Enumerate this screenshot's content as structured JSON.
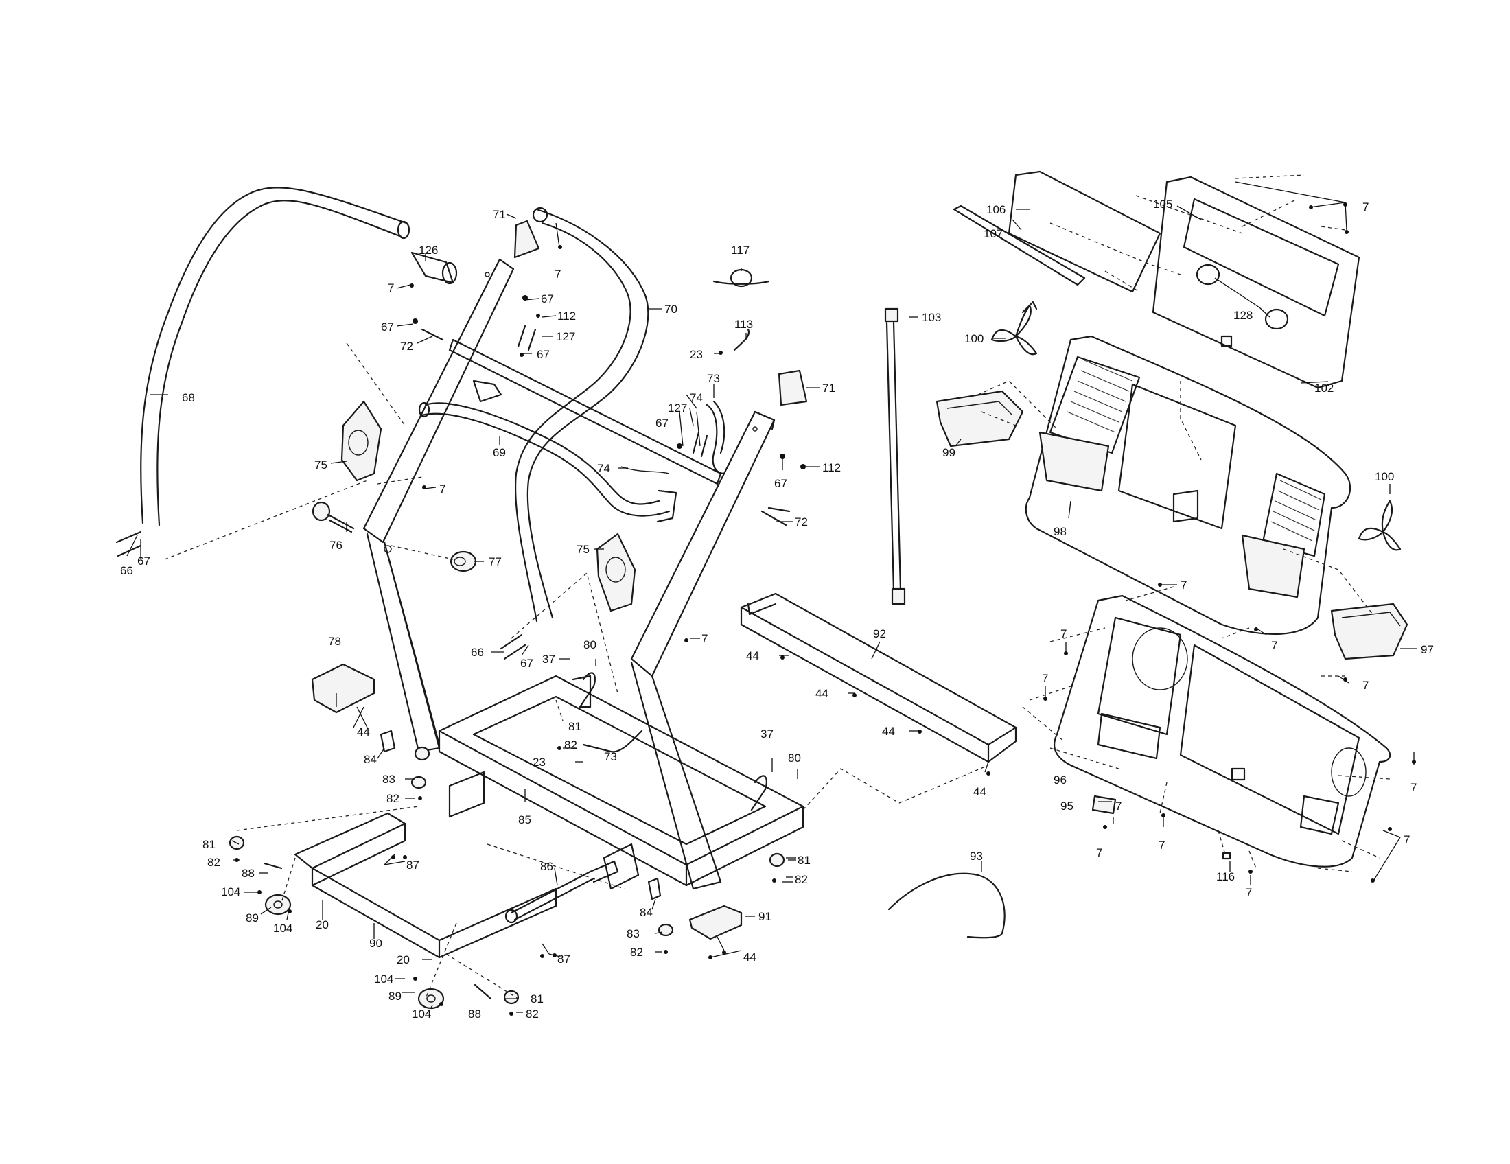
{
  "callouts": [
    {
      "id": "c7a",
      "text": "7"
    },
    {
      "id": "c126",
      "text": "126"
    },
    {
      "id": "c67a",
      "text": "67"
    },
    {
      "id": "c72a",
      "text": "72"
    },
    {
      "id": "c68",
      "text": "68"
    },
    {
      "id": "c66a",
      "text": "66"
    },
    {
      "id": "c67b",
      "text": "67"
    },
    {
      "id": "c75a",
      "text": "75"
    },
    {
      "id": "c7b",
      "text": "7"
    },
    {
      "id": "c76",
      "text": "76"
    },
    {
      "id": "c77",
      "text": "77"
    },
    {
      "id": "c71a",
      "text": "71"
    },
    {
      "id": "c7c",
      "text": "7"
    },
    {
      "id": "c67c",
      "text": "67"
    },
    {
      "id": "c112a",
      "text": "112"
    },
    {
      "id": "c127a",
      "text": "127"
    },
    {
      "id": "c67d",
      "text": "67"
    },
    {
      "id": "c70",
      "text": "70"
    },
    {
      "id": "c69",
      "text": "69"
    },
    {
      "id": "c117",
      "text": "117"
    },
    {
      "id": "c113",
      "text": "113"
    },
    {
      "id": "c23a",
      "text": "23"
    },
    {
      "id": "c73a",
      "text": "73"
    },
    {
      "id": "c74a",
      "text": "74"
    },
    {
      "id": "c127b",
      "text": "127"
    },
    {
      "id": "c67e",
      "text": "67"
    },
    {
      "id": "c74b",
      "text": "74"
    },
    {
      "id": "c71b",
      "text": "71"
    },
    {
      "id": "c67f",
      "text": "67"
    },
    {
      "id": "c112b",
      "text": "112"
    },
    {
      "id": "c72b",
      "text": "72"
    },
    {
      "id": "c75b",
      "text": "75"
    },
    {
      "id": "c66b",
      "text": "66"
    },
    {
      "id": "c67g",
      "text": "67"
    },
    {
      "id": "c37a",
      "text": "37"
    },
    {
      "id": "c80a",
      "text": "80"
    },
    {
      "id": "c7d",
      "text": "7"
    },
    {
      "id": "c78",
      "text": "78"
    },
    {
      "id": "c44a",
      "text": "44"
    },
    {
      "id": "c84a",
      "text": "84"
    },
    {
      "id": "c81a",
      "text": "81"
    },
    {
      "id": "c82a",
      "text": "82"
    },
    {
      "id": "c23b",
      "text": "23"
    },
    {
      "id": "c73b",
      "text": "73"
    },
    {
      "id": "c83a",
      "text": "83"
    },
    {
      "id": "c82b",
      "text": "82"
    },
    {
      "id": "c85",
      "text": "85"
    },
    {
      "id": "c37b",
      "text": "37"
    },
    {
      "id": "c80b",
      "text": "80"
    },
    {
      "id": "c81b",
      "text": "81"
    },
    {
      "id": "c82c",
      "text": "82"
    },
    {
      "id": "c87a",
      "text": "87"
    },
    {
      "id": "c88a",
      "text": "88"
    },
    {
      "id": "c104a",
      "text": "104"
    },
    {
      "id": "c89a",
      "text": "89"
    },
    {
      "id": "c104b",
      "text": "104"
    },
    {
      "id": "c20a",
      "text": "20"
    },
    {
      "id": "c90",
      "text": "90"
    },
    {
      "id": "c86",
      "text": "86"
    },
    {
      "id": "c84b",
      "text": "84"
    },
    {
      "id": "c81c",
      "text": "81"
    },
    {
      "id": "c82d",
      "text": "82"
    },
    {
      "id": "c91",
      "text": "91"
    },
    {
      "id": "c83b",
      "text": "83"
    },
    {
      "id": "c82e",
      "text": "82"
    },
    {
      "id": "c44b",
      "text": "44"
    },
    {
      "id": "c87b",
      "text": "87"
    },
    {
      "id": "c20b",
      "text": "20"
    },
    {
      "id": "c104c",
      "text": "104"
    },
    {
      "id": "c89b",
      "text": "89"
    },
    {
      "id": "c104d",
      "text": "104"
    },
    {
      "id": "c88b",
      "text": "88"
    },
    {
      "id": "c81d",
      "text": "81"
    },
    {
      "id": "c82f",
      "text": "82"
    },
    {
      "id": "c92",
      "text": "92"
    },
    {
      "id": "c44c",
      "text": "44"
    },
    {
      "id": "c44d",
      "text": "44"
    },
    {
      "id": "c44e",
      "text": "44"
    },
    {
      "id": "c44f",
      "text": "44"
    },
    {
      "id": "c93",
      "text": "93"
    },
    {
      "id": "c103",
      "text": "103"
    },
    {
      "id": "c100a",
      "text": "100"
    },
    {
      "id": "c99",
      "text": "99"
    },
    {
      "id": "c106",
      "text": "106"
    },
    {
      "id": "c107",
      "text": "107"
    },
    {
      "id": "c105",
      "text": "105"
    },
    {
      "id": "c7e",
      "text": "7"
    },
    {
      "id": "c128",
      "text": "128"
    },
    {
      "id": "c102",
      "text": "102"
    },
    {
      "id": "c98",
      "text": "98"
    },
    {
      "id": "c100b",
      "text": "100"
    },
    {
      "id": "c97",
      "text": "97"
    },
    {
      "id": "c7f",
      "text": "7"
    },
    {
      "id": "c7g",
      "text": "7"
    },
    {
      "id": "c7h",
      "text": "7"
    },
    {
      "id": "c7i",
      "text": "7"
    },
    {
      "id": "c7j",
      "text": "7"
    },
    {
      "id": "c7k",
      "text": "7"
    },
    {
      "id": "c7l",
      "text": "7"
    },
    {
      "id": "c96",
      "text": "96"
    },
    {
      "id": "c95",
      "text": "95"
    },
    {
      "id": "c7m",
      "text": "7"
    },
    {
      "id": "c7n",
      "text": "7"
    },
    {
      "id": "c116",
      "text": "116"
    },
    {
      "id": "c7o",
      "text": "7"
    },
    {
      "id": "c7p",
      "text": "7"
    }
  ]
}
